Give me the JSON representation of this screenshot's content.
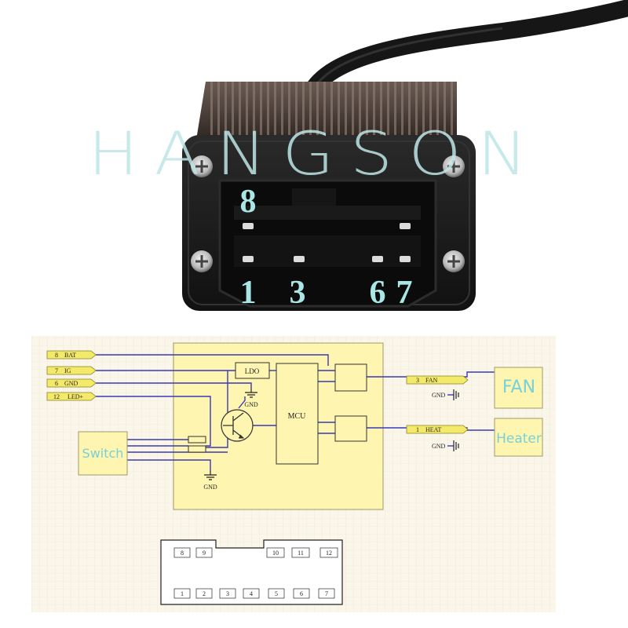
{
  "photo": {
    "watermark": "HANGSON",
    "pin_labels": [
      "8",
      "1",
      "3",
      "6",
      "7"
    ]
  },
  "schematic": {
    "pins_left": [
      {
        "num": "8",
        "name": "BAT"
      },
      {
        "num": "7",
        "name": "IG"
      },
      {
        "num": "6",
        "name": "GND"
      },
      {
        "num": "12",
        "name": "LED+"
      }
    ],
    "pins_right": [
      {
        "num": "3",
        "name": "FAN"
      },
      {
        "num": "1",
        "name": "HEAT"
      }
    ],
    "ldo_label": "LDO",
    "mcu_label": "MCU",
    "gnd_label": "GND",
    "switch_label": "Switch",
    "fan_label": "FAN",
    "heater_label": "Heater"
  },
  "connector": {
    "top_row": [
      "8",
      "9",
      "10",
      "11",
      "12"
    ],
    "bottom_row": [
      "1",
      "2",
      "3",
      "4",
      "5",
      "6",
      "7"
    ]
  },
  "colors": {
    "grid_bg": "#fbf6ea",
    "block_fill": "#fdf5b0",
    "block_stroke": "#9e9a6e",
    "wire": "#3a3ab5",
    "pin_tag": "#f4ea6a",
    "watermark": "#bfe6e6",
    "pin_digit": "#a9e6e6"
  }
}
